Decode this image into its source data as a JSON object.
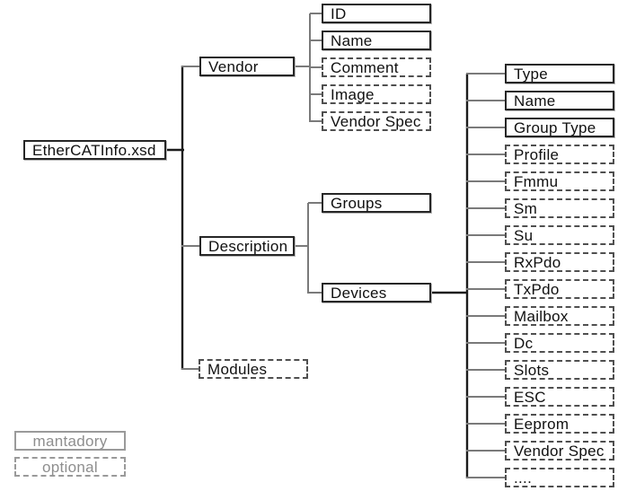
{
  "diagram": {
    "root": {
      "label": "EtherCATInfo.xsd",
      "style": "mandatory"
    },
    "level2": [
      {
        "label": "Vendor",
        "style": "mandatory"
      },
      {
        "label": "Description",
        "style": "mandatory"
      },
      {
        "label": "Modules",
        "style": "optional"
      }
    ],
    "vendor_children": [
      {
        "label": "ID",
        "style": "mandatory"
      },
      {
        "label": "Name",
        "style": "mandatory"
      },
      {
        "label": "Comment",
        "style": "optional"
      },
      {
        "label": "Image",
        "style": "optional"
      },
      {
        "label": "Vendor Spec",
        "style": "optional"
      }
    ],
    "description_children": [
      {
        "label": "Groups",
        "style": "mandatory"
      },
      {
        "label": "Devices",
        "style": "mandatory"
      }
    ],
    "devices_children": [
      {
        "label": "Type",
        "style": "mandatory"
      },
      {
        "label": "Name",
        "style": "mandatory"
      },
      {
        "label": "Group Type",
        "style": "mandatory"
      },
      {
        "label": "Profile",
        "style": "optional"
      },
      {
        "label": "Fmmu",
        "style": "optional"
      },
      {
        "label": "Sm",
        "style": "optional"
      },
      {
        "label": "Su",
        "style": "optional"
      },
      {
        "label": "RxPdo",
        "style": "optional"
      },
      {
        "label": "TxPdo",
        "style": "optional"
      },
      {
        "label": "Mailbox",
        "style": "optional"
      },
      {
        "label": "Dc",
        "style": "optional"
      },
      {
        "label": "Slots",
        "style": "optional"
      },
      {
        "label": "ESC",
        "style": "optional"
      },
      {
        "label": "Eeprom",
        "style": "optional"
      },
      {
        "label": "Vendor Spec",
        "style": "optional"
      },
      {
        "label": "....",
        "style": "optional"
      }
    ],
    "legend": [
      {
        "label": "mantadory",
        "style": "mandatory"
      },
      {
        "label": "optional",
        "style": "optional"
      }
    ],
    "colors": {
      "trunk_line": "#1c1c1c",
      "branch_line": "#7a7a7a",
      "mandatory_border": "#262626",
      "optional_border": "#4f4f4f",
      "legend_gray": "#8e8e8e",
      "text": "#101010",
      "background": "#ffffff"
    }
  }
}
